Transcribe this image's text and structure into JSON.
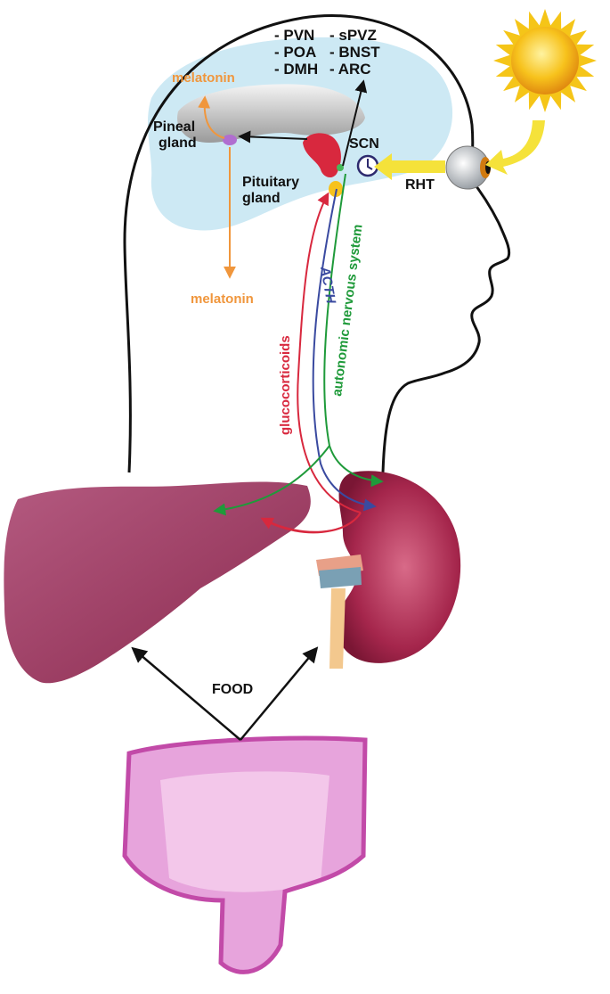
{
  "nuclei": [
    "- PVN",
    "- sPVZ",
    "- POA",
    "- BNST",
    "- DMH",
    "- ARC"
  ],
  "labels": {
    "melatonin_top": "melatonin",
    "melatonin_bottom": "melatonin",
    "pineal_line1": "Pineal",
    "pineal_line2": "gland",
    "pituitary_line1": "Pituitary",
    "pituitary_line2": "gland",
    "scn": "SCN",
    "rht": "RHT",
    "acth": "ACTH",
    "autonomic": "autonomic nervous system",
    "glucocorticoids": "glucocorticoids",
    "food": "FOOD"
  },
  "colors": {
    "melatonin": "#f0963c",
    "acth": "#3a4aa0",
    "autonomic": "#1f9a3a",
    "glucocorticoids": "#d8283e",
    "brain": "#cde9f4",
    "liver": "#9b3d62",
    "kidney": "#a5264c",
    "intestine": "#d86aba",
    "sun": "#f7c21c",
    "light_arrow": "#f5e23a"
  },
  "icons": [
    "sun-icon",
    "eye-icon",
    "clock-icon",
    "brain-icon",
    "liver-icon",
    "kidney-icon",
    "intestine-icon"
  ]
}
